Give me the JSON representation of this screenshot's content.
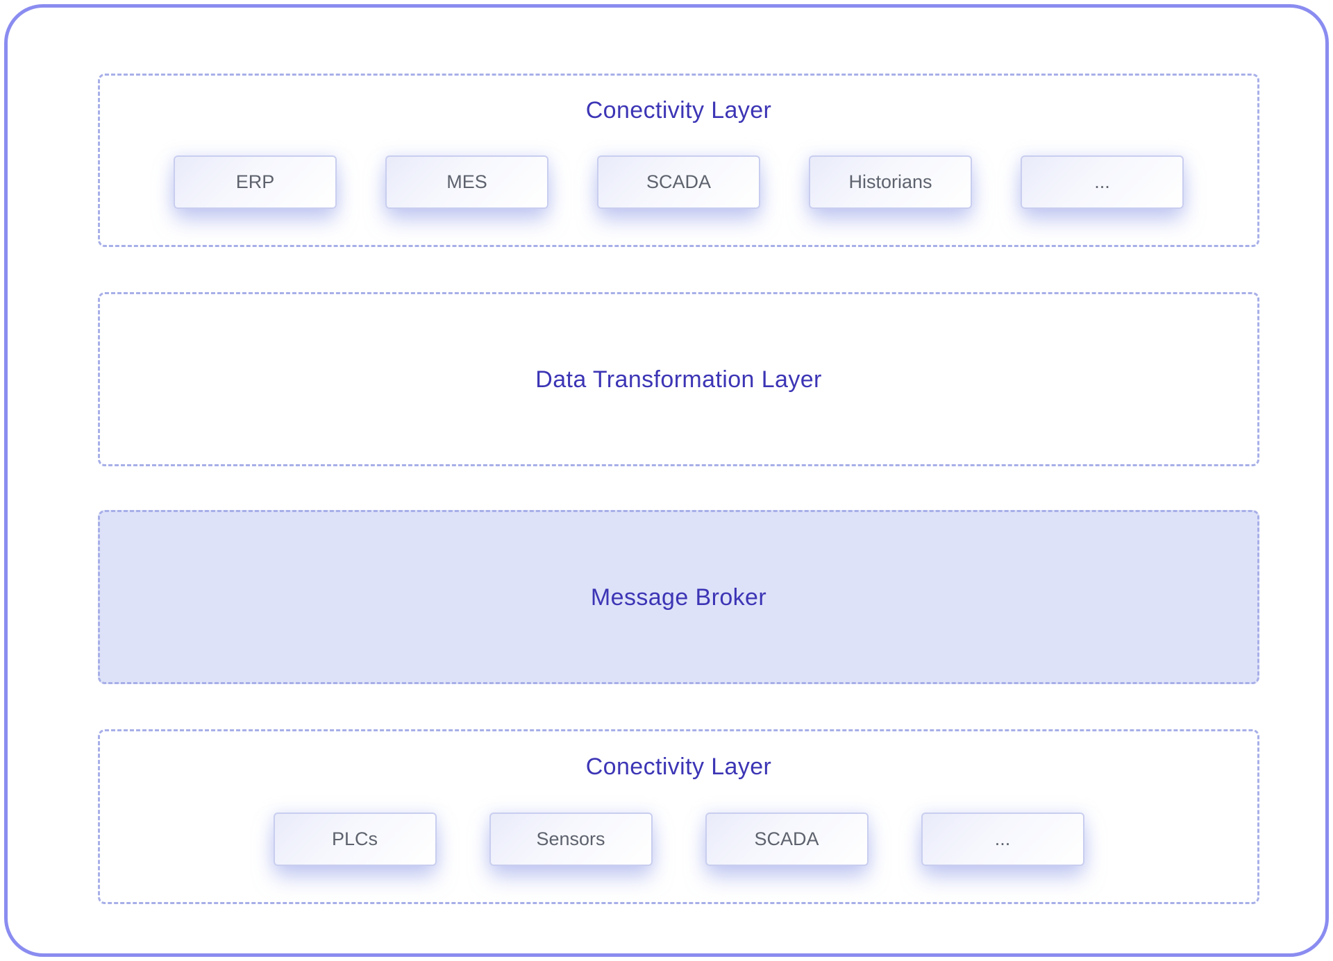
{
  "layers": [
    {
      "title": "Conectivity Layer",
      "boxes": [
        "ERP",
        "MES",
        "SCADA",
        "Historians",
        "..."
      ]
    },
    {
      "title": "Data Transformation Layer",
      "boxes": []
    },
    {
      "title": "Message Broker",
      "boxes": []
    },
    {
      "title": "Conectivity Layer",
      "boxes": [
        "PLCs",
        "Sensors",
        "SCADA",
        "..."
      ]
    }
  ],
  "colors": {
    "accent_title": "#3c35b5",
    "dashed_border": "#a7afe8",
    "outer_border": "#8a8cf0",
    "broker_fill": "#dee2f8",
    "box_border": "#c9ceef",
    "box_text": "#5d626d",
    "box_grad_start": "#e9ebfa"
  }
}
